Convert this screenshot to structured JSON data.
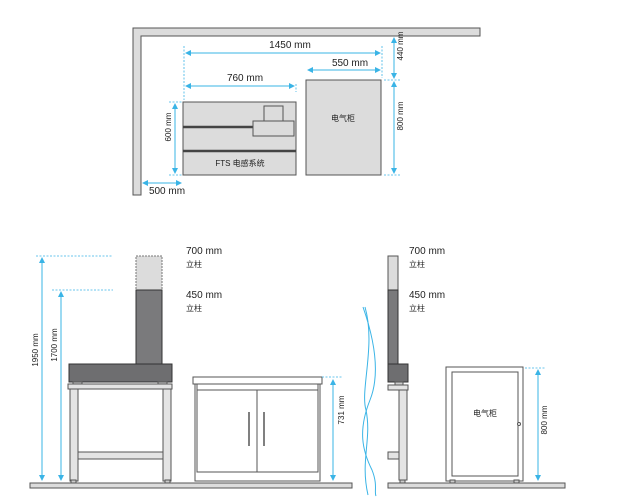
{
  "plan_view": {
    "dim_total_width": "1450 mm",
    "dim_cabinet_width": "550 mm",
    "dim_system_width": "760 mm",
    "dim_wall_gap": "440 mm",
    "dim_cabinet_depth": "800 mm",
    "dim_system_depth": "600 mm",
    "dim_side_gap": "500 mm",
    "system_label": "FTS 电感系统",
    "cabinet_label": "电气柜"
  },
  "elevation_view": {
    "column_tall": "700 mm",
    "column_tall_label": "立柱",
    "column_short": "450 mm",
    "column_short_label": "立柱",
    "dim_height_tall": "1950 mm",
    "dim_height_short": "1700 mm",
    "dim_table_height": "731 mm"
  },
  "side_view": {
    "column_tall": "700 mm",
    "column_tall_label": "立柱",
    "column_short": "450 mm",
    "column_short_label": "立柱",
    "cabinet_label": "电气柜",
    "dim_cabinet_height": "800 mm"
  },
  "colors": {
    "dimension": "#3ab4e6",
    "panel": "#dcdcdc",
    "dark": "#7a7a7c"
  }
}
